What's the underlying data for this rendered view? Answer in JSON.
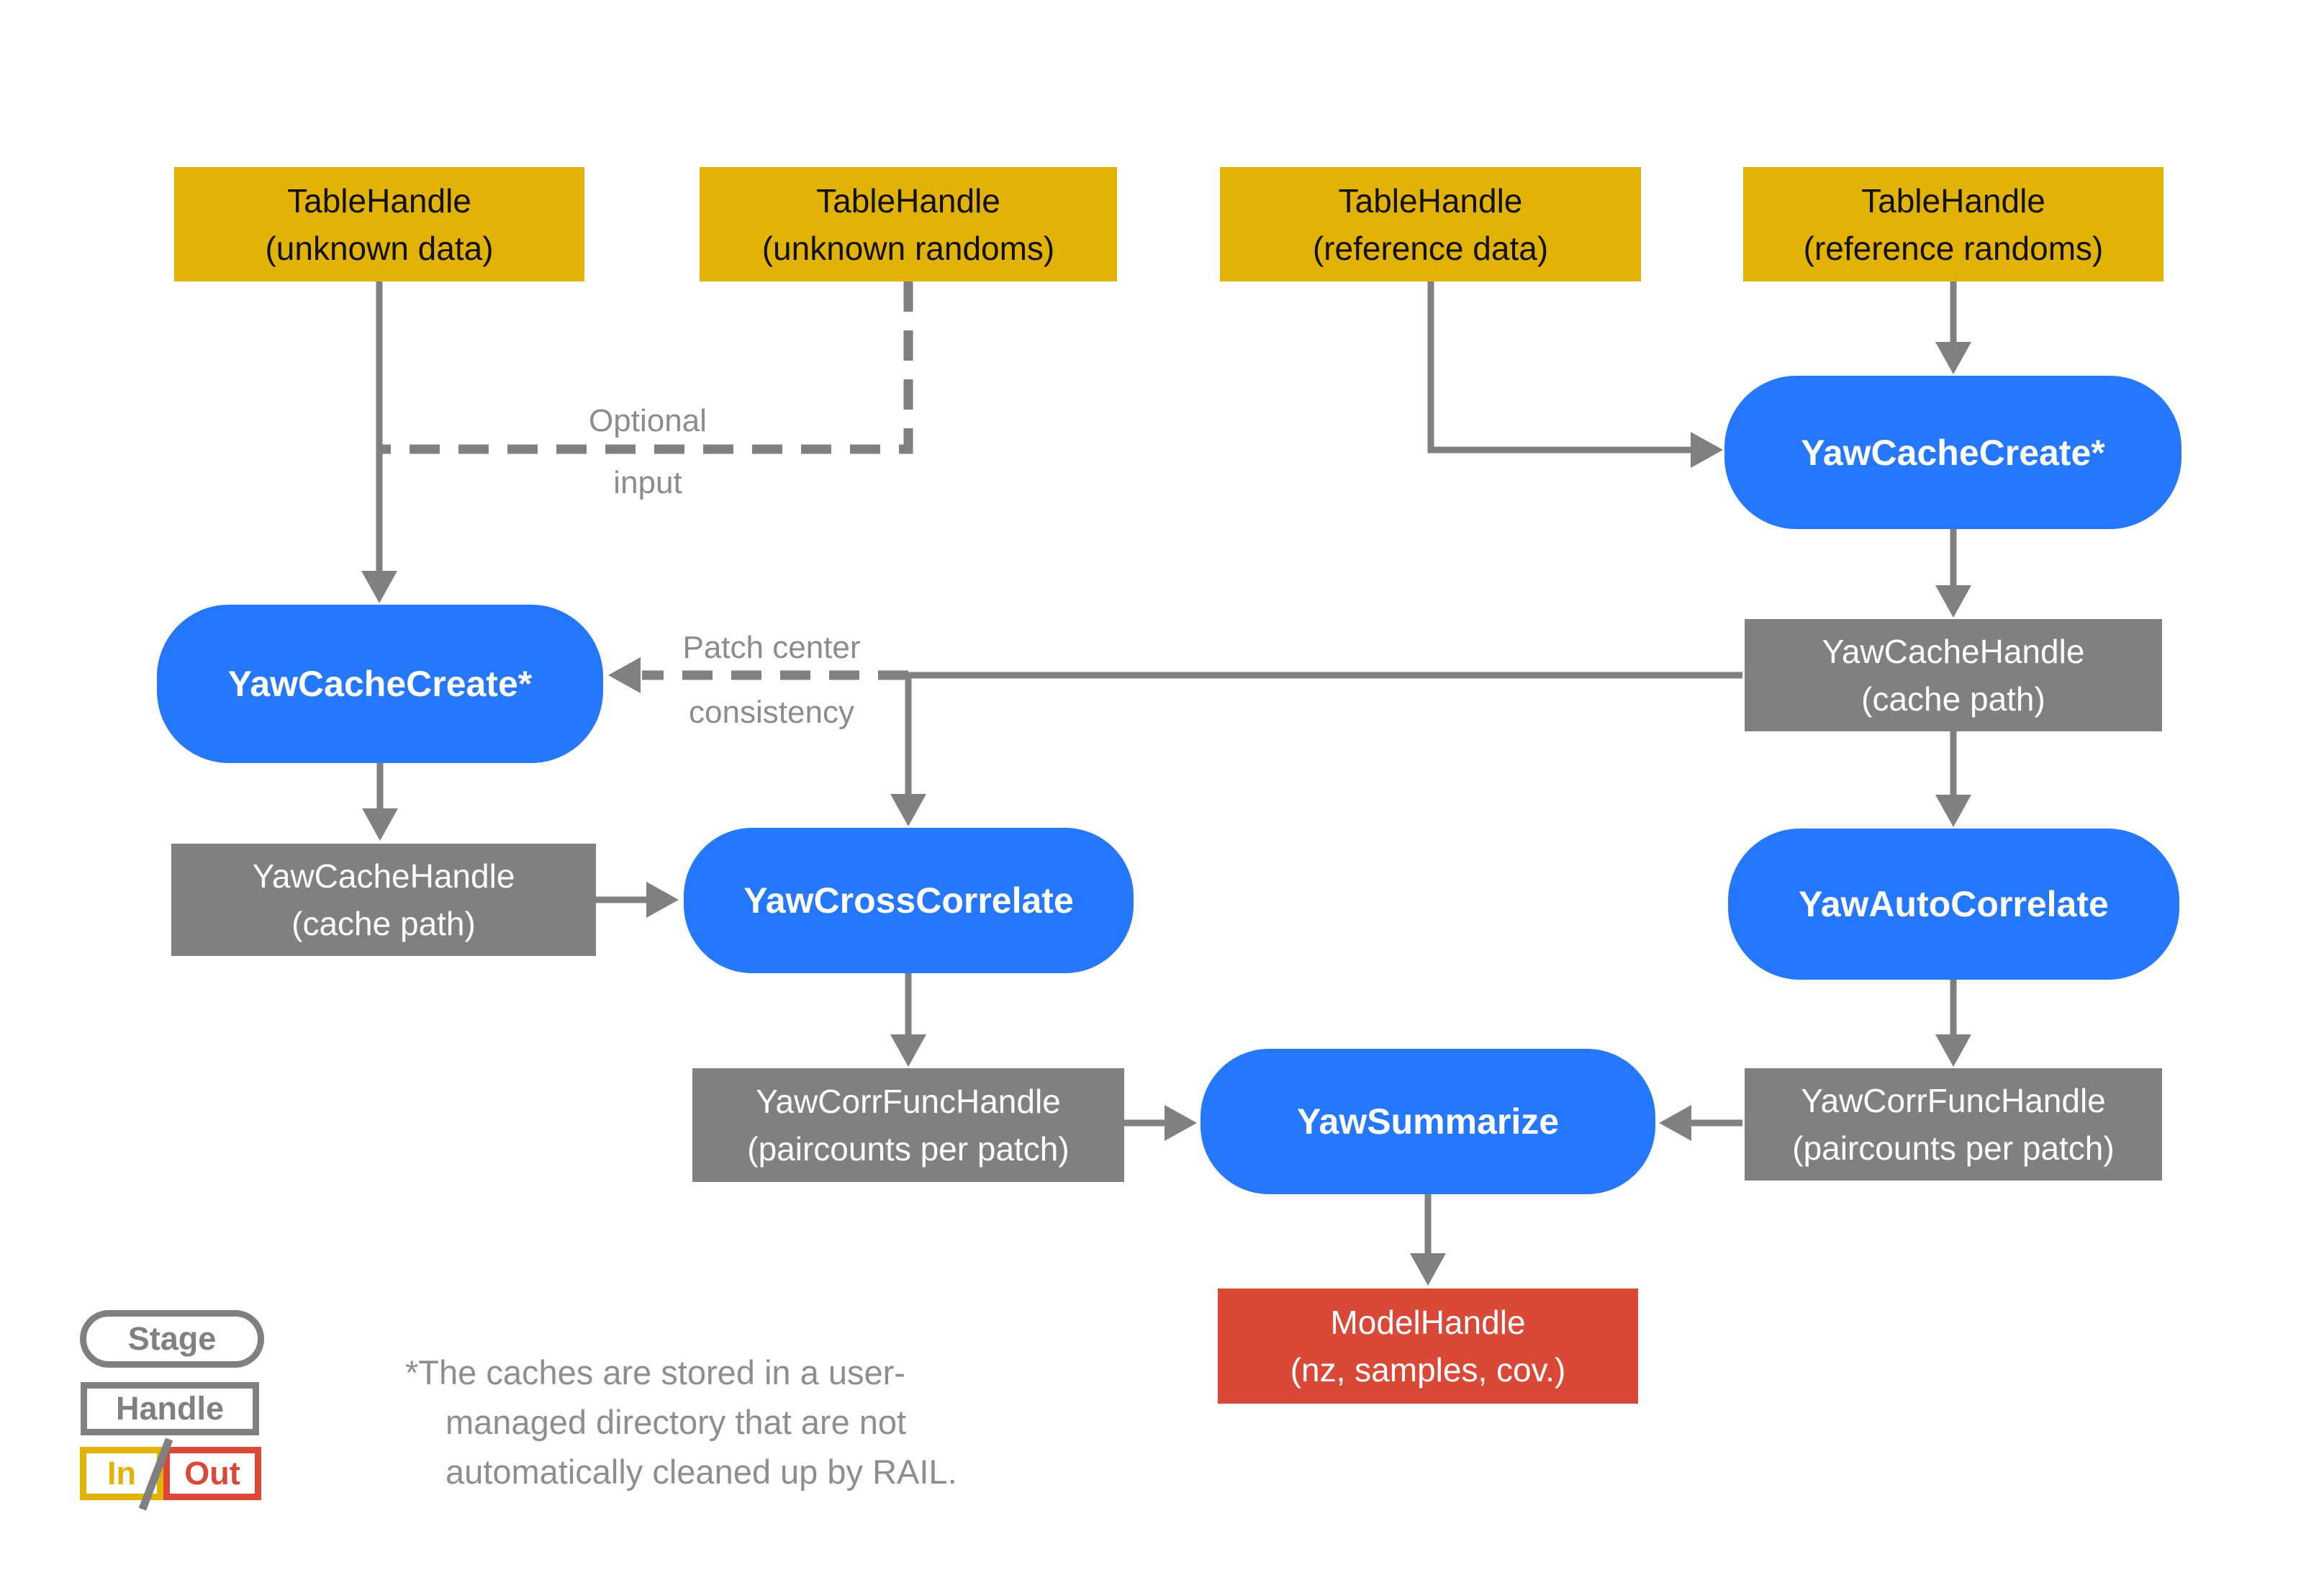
{
  "colors": {
    "stage_blue": "#2577FB",
    "handle_gray": "#808080",
    "input_yellow": "#E2B205",
    "output_red": "#DA4837",
    "arrow_gray": "#808080",
    "annotation_gray": "#8C8C8C"
  },
  "nodes": {
    "unknown_data": {
      "title": "TableHandle",
      "subtitle": "(unknown data)"
    },
    "unknown_randoms": {
      "title": "TableHandle",
      "subtitle": "(unknown randoms)"
    },
    "reference_data": {
      "title": "TableHandle",
      "subtitle": "(reference data)"
    },
    "reference_randoms": {
      "title": "TableHandle",
      "subtitle": "(reference randoms)"
    },
    "yaw_cache_create_left": {
      "title": "YawCacheCreate*"
    },
    "yaw_cache_create_right": {
      "title": "YawCacheCreate*"
    },
    "yaw_cache_handle_left": {
      "title": "YawCacheHandle",
      "subtitle": "(cache path)"
    },
    "yaw_cache_handle_right": {
      "title": "YawCacheHandle",
      "subtitle": "(cache path)"
    },
    "yaw_cross_correlate": {
      "title": "YawCrossCorrelate"
    },
    "yaw_auto_correlate": {
      "title": "YawAutoCorrelate"
    },
    "yaw_corr_func_left": {
      "title": "YawCorrFuncHandle",
      "subtitle": "(paircounts per patch)"
    },
    "yaw_corr_func_right": {
      "title": "YawCorrFuncHandle",
      "subtitle": "(paircounts per patch)"
    },
    "yaw_summarize": {
      "title": "YawSummarize"
    },
    "model_handle": {
      "title": "ModelHandle",
      "subtitle": "(nz, samples, cov.)"
    }
  },
  "edge_labels": {
    "optional_input": {
      "line1": "Optional",
      "line2": "input"
    },
    "patch_center_consistency": {
      "line1": "Patch center",
      "line2": "consistency"
    }
  },
  "legend": {
    "stage_label": "Stage",
    "handle_label": "Handle",
    "in_label": "In",
    "out_label": "Out"
  },
  "footnote": {
    "marker": "*",
    "line1": "The caches are stored in a user-",
    "line2": "managed directory that are not",
    "line3": "automatically cleaned up by RAIL."
  }
}
